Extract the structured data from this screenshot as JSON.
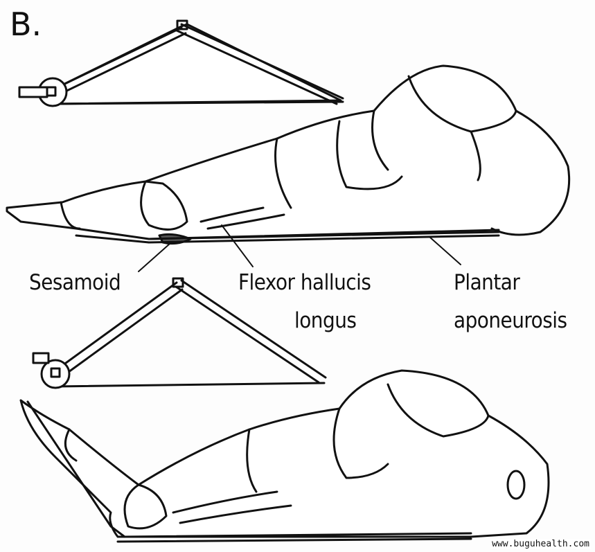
{
  "panel_label": "B.",
  "labels": {
    "sesamoid": "Sesamoid",
    "flexor_line1": "Flexor hallucis",
    "flexor_line2": "longus",
    "plantar_line1": "Plantar",
    "plantar_line2": "aponeurosis"
  },
  "watermark": "www.buguhealth.com"
}
